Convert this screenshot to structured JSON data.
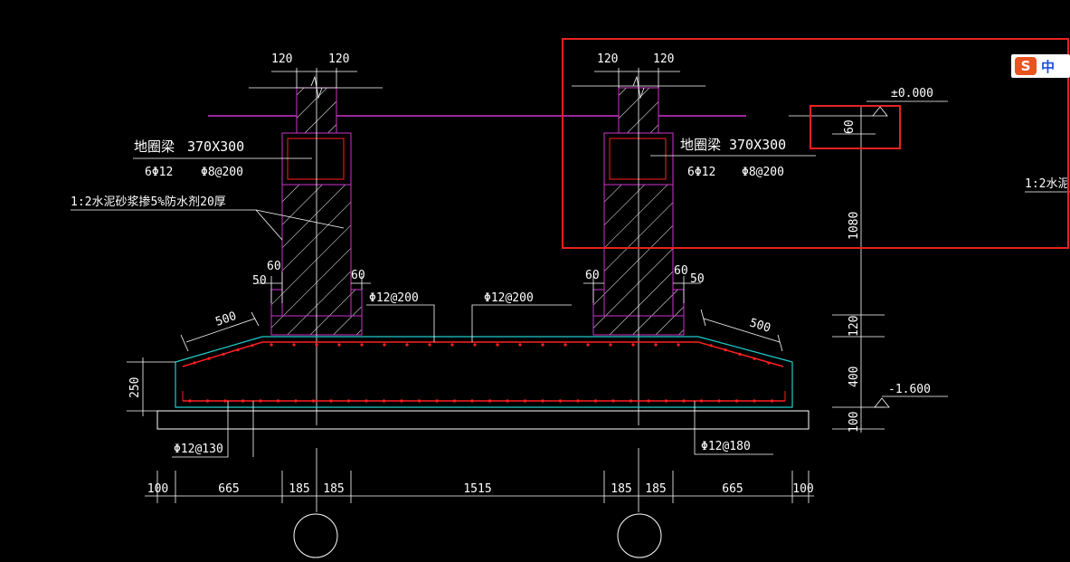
{
  "colors": {
    "background": "#000000",
    "line": "#ffffff",
    "concrete_outline": "#cc33cc",
    "rebar": "#ff2020",
    "slab_outline": "#22cccc",
    "highlight_box": "#e8231f"
  },
  "labels": {
    "wall_top_dim_left": "120",
    "wall_top_dim_right": "120",
    "beam_name": "地圈梁",
    "beam_size": "370X300",
    "beam_main_rebar": "6Φ12",
    "beam_stirrup": "Φ8@200",
    "waterproof_note": "1:2水泥砂浆掺5%防水剂20厚",
    "waterproof_note_cut": "1:2水泥",
    "step_dim_60": "60",
    "step_dim_50": "50",
    "slope_len": "500",
    "top_rebar": "Φ12@200",
    "bottom_rebar_left": "Φ12@130",
    "bottom_rebar_right": "Φ12@180",
    "slab_thickness": "250",
    "elev_top": "±0.000",
    "elev_bottom": "-1.600",
    "vert_60": "60",
    "vert_1080": "1080",
    "vert_120": "120",
    "vert_400": "400",
    "vert_100": "100"
  },
  "bottom_dims": [
    "100",
    "665",
    "185",
    "185",
    "1515",
    "185",
    "185",
    "665",
    "100"
  ],
  "ime": {
    "logo": "S",
    "mode": "中"
  }
}
